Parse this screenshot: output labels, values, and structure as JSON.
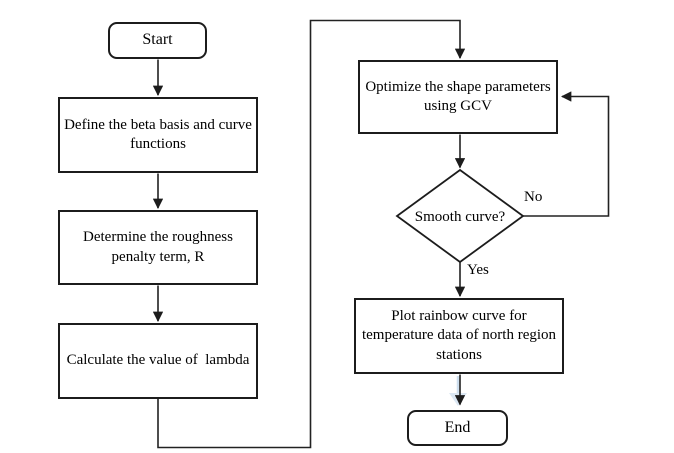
{
  "flowchart": {
    "title": "",
    "line_color": "#222222",
    "box_fill": "#ffffff",
    "artifact_color": "#bdd4e9",
    "nodes": {
      "start": {
        "label": "Start",
        "shape": "rounded"
      },
      "define": {
        "label": "Define the beta basis and curve\nfunctions",
        "shape": "rect"
      },
      "determine": {
        "label": "Determine the roughness\npenalty term, R",
        "shape": "rect"
      },
      "calculate": {
        "label": "Calculate the value of  lambda",
        "shape": "rect"
      },
      "optimize": {
        "label": "Optimize the shape parameters\nusing GCV",
        "shape": "rect"
      },
      "decision": {
        "label": "Smooth curve?",
        "shape": "diamond"
      },
      "plot": {
        "label": "Plot rainbow curve for\ntemperature data of north region\nstations",
        "shape": "rect"
      },
      "end": {
        "label": "End",
        "shape": "rounded"
      }
    },
    "edge_labels": {
      "no": "No",
      "yes": "Yes"
    }
  }
}
